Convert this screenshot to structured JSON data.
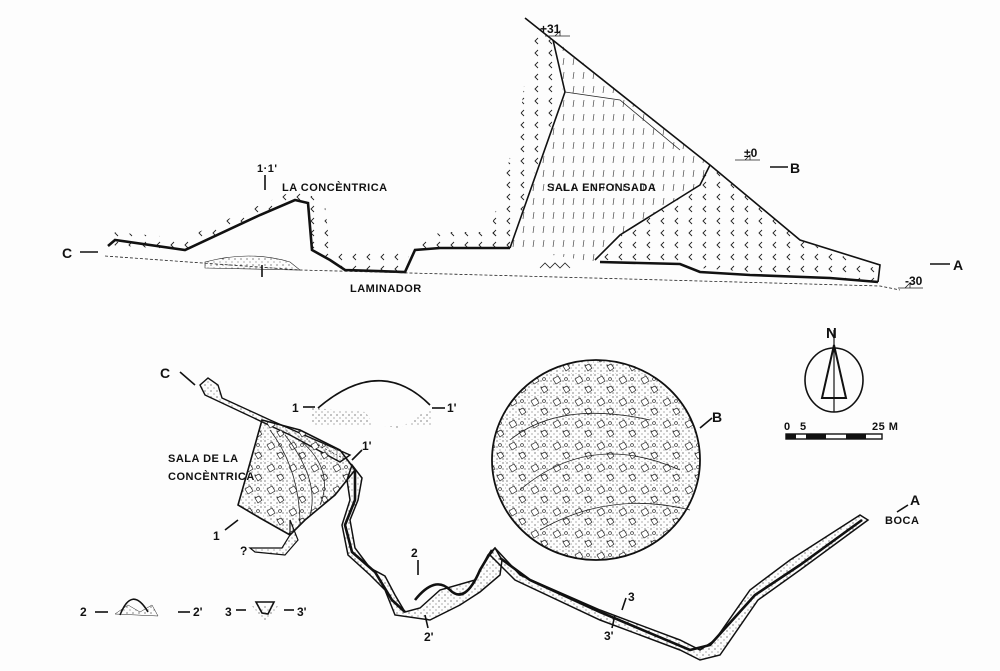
{
  "profile": {
    "elevation_top": "+31",
    "elevation_zero": "±0",
    "elevation_bottom": "-30",
    "label_a": "A",
    "label_b": "B",
    "label_c": "C",
    "section_mark": "1·1'",
    "room_concentrica": "LA CONCÈNTRICA",
    "room_enfonsada": "SALA ENFONSADA",
    "passage_laminador": "LAMINADOR"
  },
  "plan": {
    "label_a": "A",
    "label_b": "B",
    "label_c": "C",
    "entrance": "BOCA",
    "room_line1": "SALA DE LA",
    "room_line2": "CONCÈNTRICA",
    "unknown_mark": "?",
    "sec1": "1",
    "sec1p": "1'",
    "sec2": "2",
    "sec2p": "2'",
    "sec3": "3",
    "sec3p": "3'"
  },
  "cross_sections": {
    "s1_left": "1",
    "s1_right": "1'",
    "s2_left": "2",
    "s2_right": "2'",
    "s3_left": "3",
    "s3_right": "3'"
  },
  "north_arrow": {
    "label": "N"
  },
  "scale_bar": {
    "t0": "0",
    "t1": "5",
    "t2": "25 M"
  }
}
